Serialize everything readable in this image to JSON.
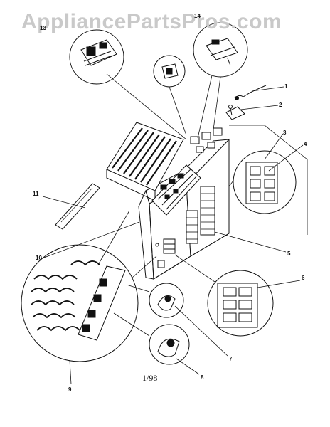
{
  "watermark": "AppliancePartsPros.com",
  "date_code": "1/98",
  "callouts": [
    "1",
    "2",
    "3",
    "4",
    "5",
    "6",
    "7",
    "8",
    "9",
    "10",
    "11",
    "13",
    "14"
  ]
}
